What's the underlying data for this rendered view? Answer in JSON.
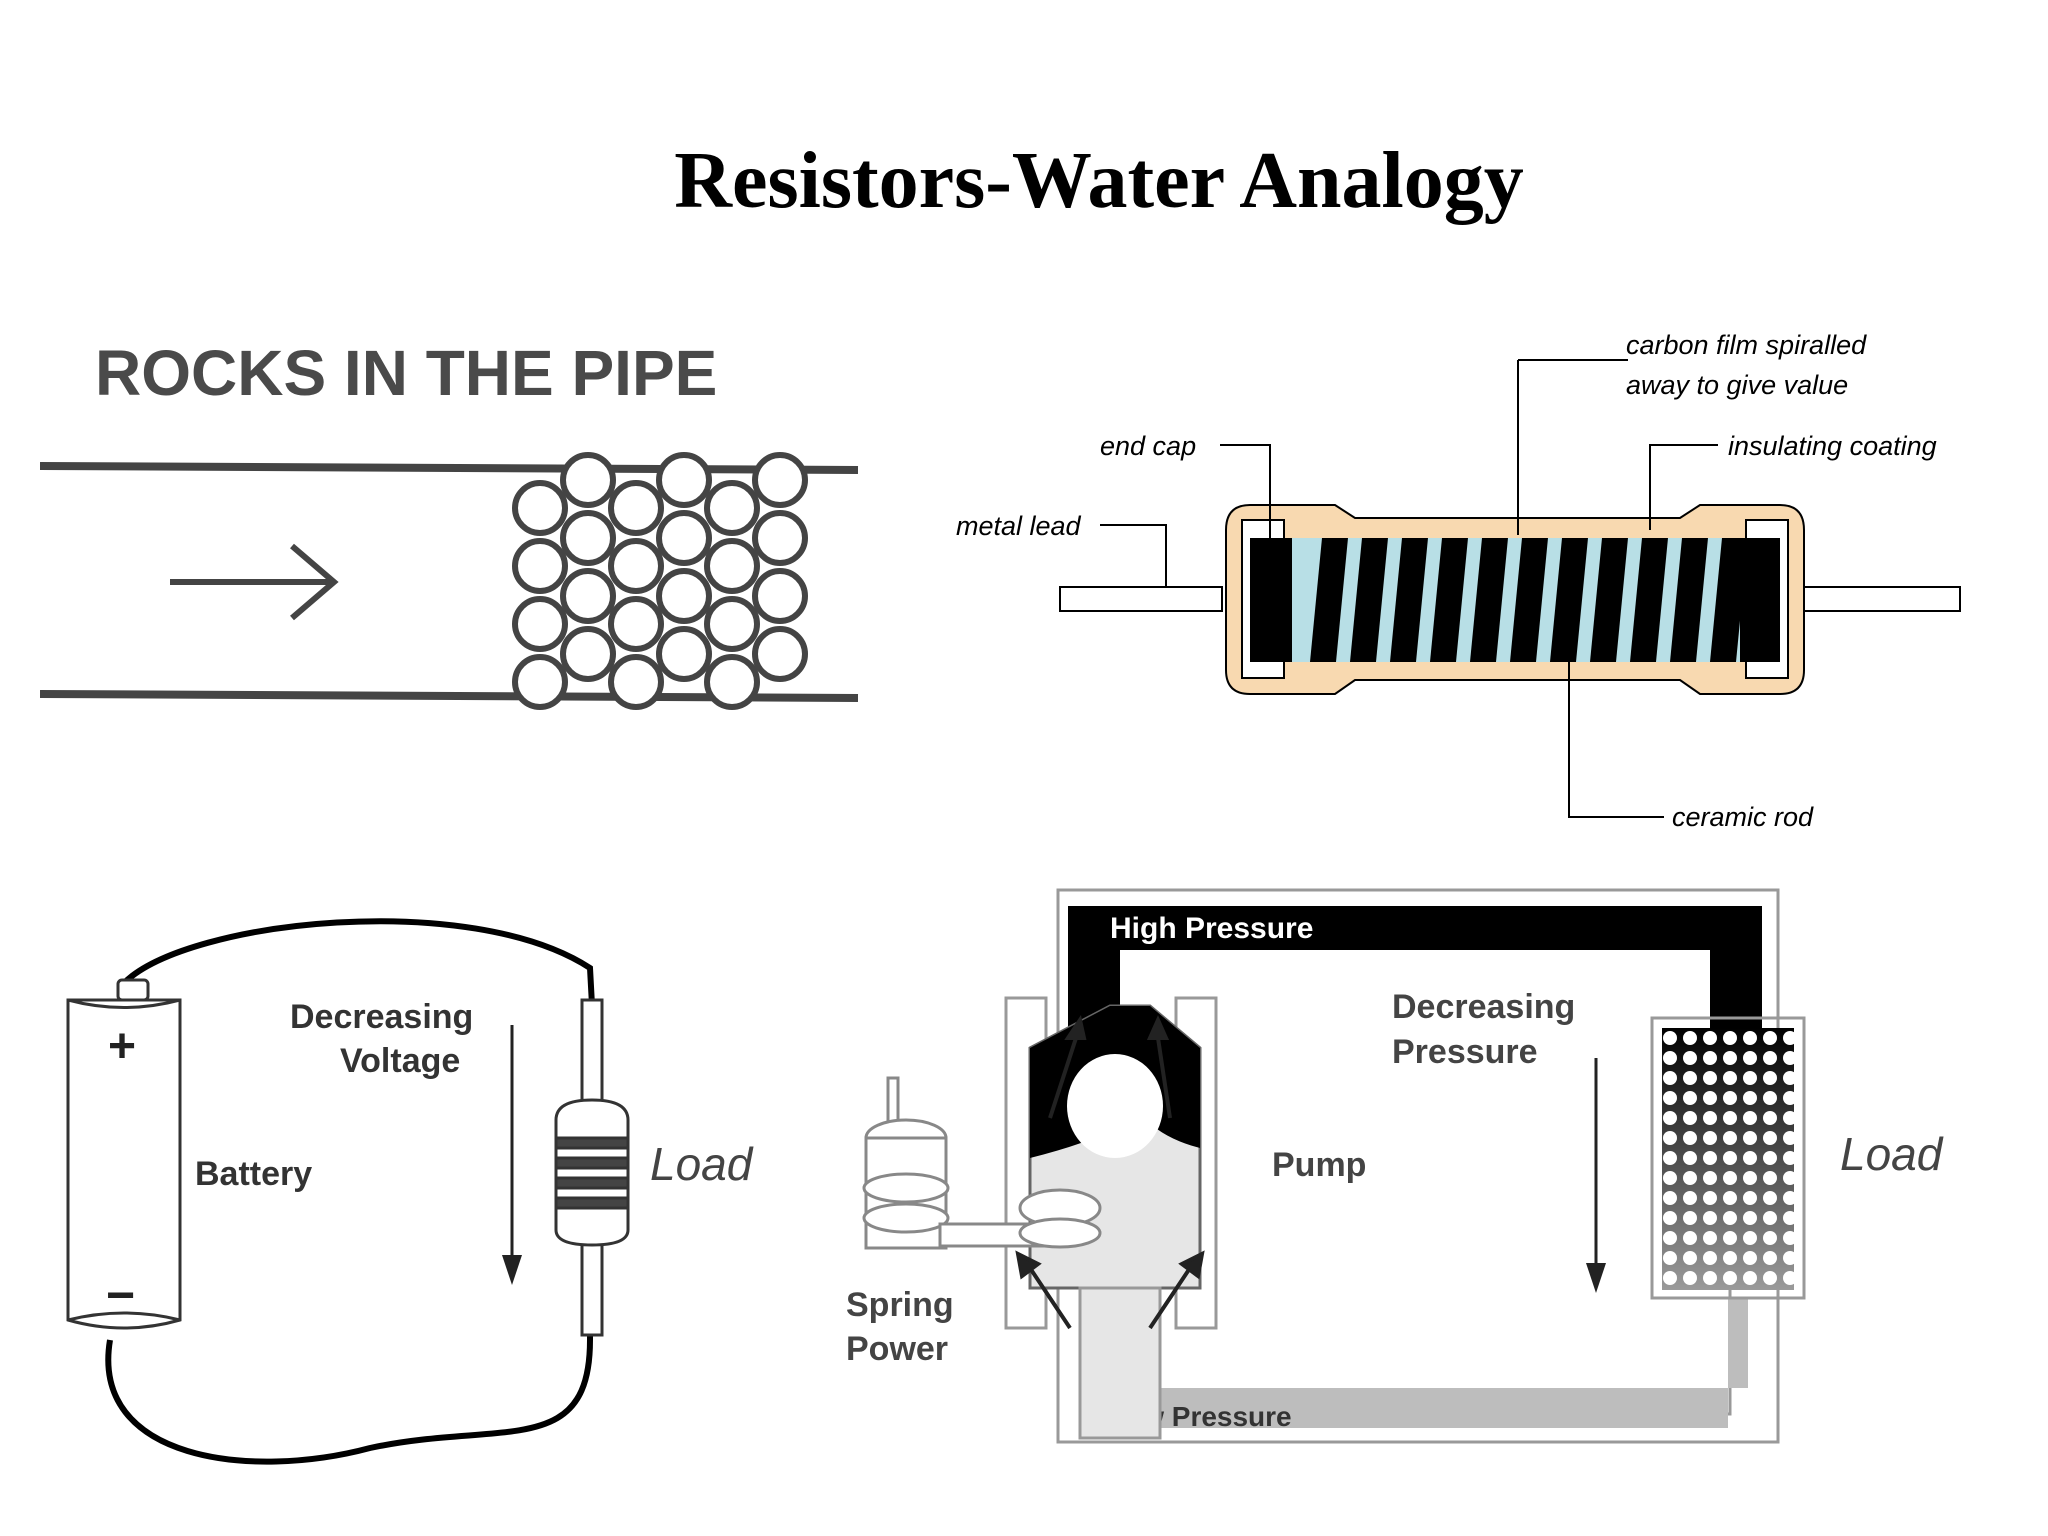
{
  "title": "Resistors-Water Analogy",
  "pipe": {
    "heading": "ROCKS IN THE PIPE"
  },
  "resistor": {
    "labels": {
      "carbon_film_line1": "carbon film spiralled",
      "carbon_film_line2": "away to give value",
      "end_cap": "end cap",
      "insulating_coating": "insulating coating",
      "metal_lead": "metal lead",
      "ceramic_rod": "ceramic rod"
    },
    "colors": {
      "coating": "#f8d9b0",
      "film": "#000000",
      "rod_gap": "#b8dfe6"
    }
  },
  "circuit": {
    "decreasing_line1": "Decreasing",
    "decreasing_line2": "Voltage",
    "battery_label": "Battery",
    "load_label": "Load",
    "plus": "+",
    "minus": "−"
  },
  "water": {
    "high_pressure": "High Pressure",
    "low_pressure": "Low Pressure",
    "decreasing_line1": "Decreasing",
    "decreasing_line2": "Pressure",
    "pump_label": "Pump",
    "spring_line1": "Spring",
    "spring_line2": "Power",
    "load_label": "Load"
  }
}
